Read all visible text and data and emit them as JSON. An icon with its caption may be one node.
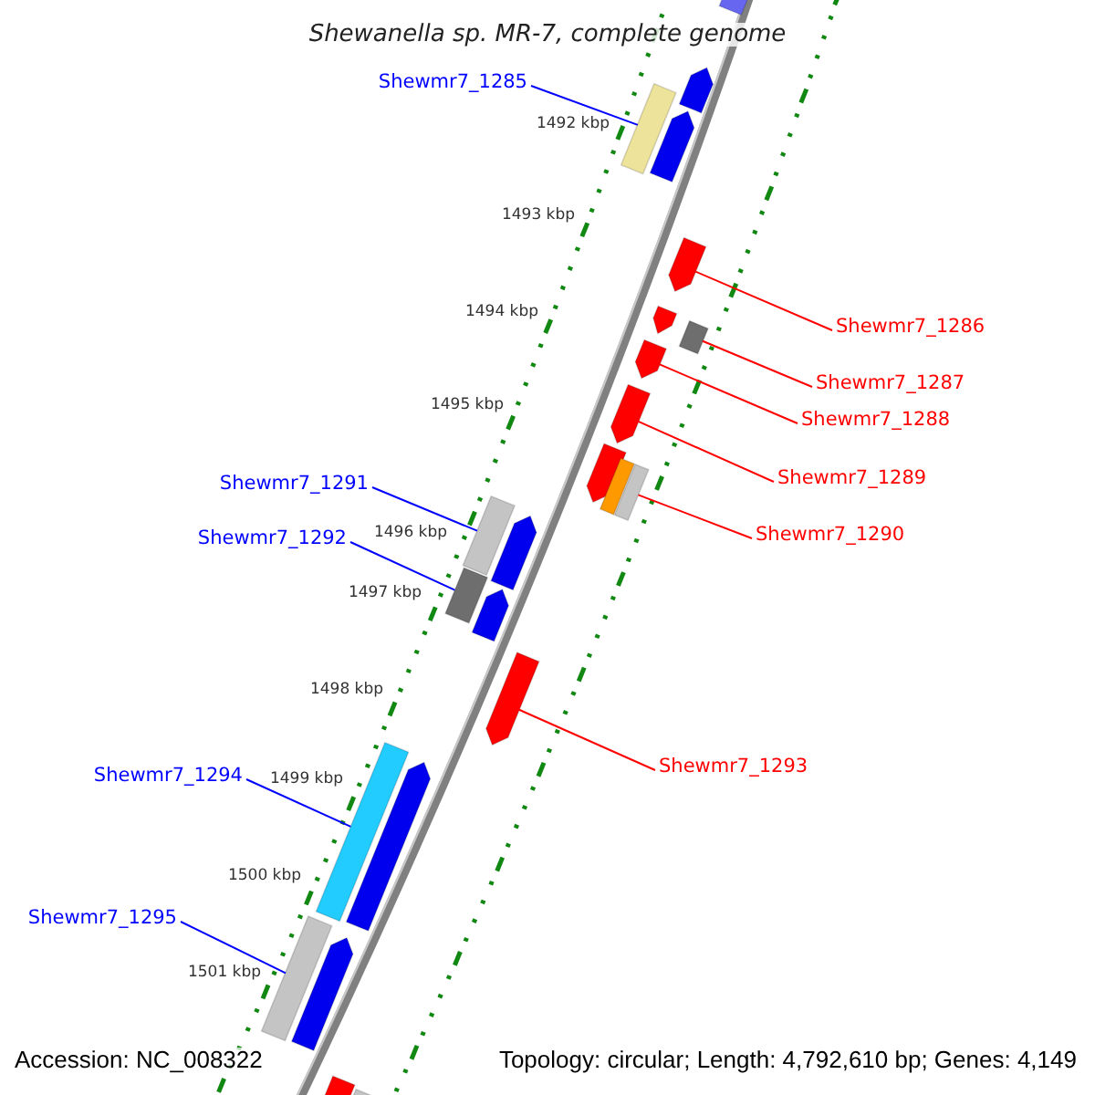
{
  "diagram": {
    "title": "Shewanella sp. MR-7, complete genome",
    "nodes": [
      {
        "text": [
          "Shewmr7_1285"
        ]
      },
      {
        "text": [
          "Shewmr7_1286"
        ]
      },
      {
        "text": [
          "Shewmr7_1287"
        ]
      },
      {
        "text": [
          "Shewmr7_1288"
        ]
      },
      {
        "text": [
          "Shewmr7_1289"
        ]
      },
      {
        "text": [
          "Shewmr7_1290"
        ]
      },
      {
        "text": [
          "Shewmr7_1291"
        ]
      },
      {
        "text": [
          "Shewmr7_1292"
        ]
      },
      {
        "text": [
          "Shewmr7_1293"
        ]
      },
      {
        "text": [
          "Shewmr7_1294"
        ]
      },
      {
        "text": [
          "Shewmr7_1295"
        ]
      },
      {
        "text": [],
        "shape": "pentagon"
      },
      {
        "text": [],
        "shape": "pentagon"
      },
      {
        "text": [],
        "shape": "bar"
      },
      {
        "text": [],
        "shape": "pentagon"
      },
      {
        "text": [],
        "shape": "pentagon"
      },
      {
        "text": [],
        "shape": "pentagon"
      },
      {
        "text": [],
        "shape": "bar"
      },
      {
        "text": [],
        "shape": "pentagon"
      },
      {
        "text": [],
        "shape": "pentagon"
      },
      {
        "text": [],
        "shape": "pentagon"
      },
      {
        "text": [],
        "shape": "bar"
      },
      {
        "text": [],
        "shape": "bar"
      },
      {
        "text": [],
        "shape": "bar"
      },
      {
        "text": [],
        "shape": "pentagon"
      },
      {
        "text": [],
        "shape": "bar"
      },
      {
        "text": [],
        "shape": "pentagon"
      },
      {
        "text": [],
        "shape": "pentagon"
      },
      {
        "text": [],
        "shape": "bar"
      },
      {
        "text": [],
        "shape": "pentagon"
      },
      {
        "text": [],
        "shape": "bar"
      },
      {
        "text": [],
        "shape": "pentagon"
      },
      {
        "text": [],
        "shape": "pentagon"
      },
      {
        "text": [],
        "shape": "bar"
      }
    ],
    "edges": [
      {
        "from": 0,
        "to": 13,
        "arrow": "none",
        "color": "#0000ff"
      },
      {
        "from": 1,
        "to": 15,
        "arrow": "none"
      },
      {
        "from": 2,
        "to": 17,
        "arrow": "none"
      },
      {
        "from": 3,
        "to": 18,
        "arrow": "none"
      },
      {
        "from": 4,
        "to": 19,
        "arrow": "none"
      },
      {
        "from": 5,
        "to": 22,
        "arrow": "none"
      },
      {
        "from": 6,
        "to": 23,
        "arrow": "none",
        "color": "#0000ff"
      },
      {
        "from": 7,
        "to": 25,
        "arrow": "none",
        "color": "#0000ff"
      },
      {
        "from": 8,
        "to": 27,
        "arrow": "none"
      },
      {
        "from": 9,
        "to": 28,
        "arrow": "none",
        "color": "#0000ff"
      },
      {
        "from": 10,
        "to": 30,
        "arrow": "none",
        "color": "#0000ff"
      }
    ],
    "labels": [
      "1492 kbp",
      "1493 kbp",
      "1494 kbp",
      "1495 kbp",
      "1496 kbp",
      "1497 kbp",
      "1498 kbp",
      "1499 kbp",
      "1500 kbp",
      "1501 kbp",
      "Accession: NC_008322",
      "Topology: circular; Length: 4,792,610 bp; Genes: 4,149"
    ]
  }
}
